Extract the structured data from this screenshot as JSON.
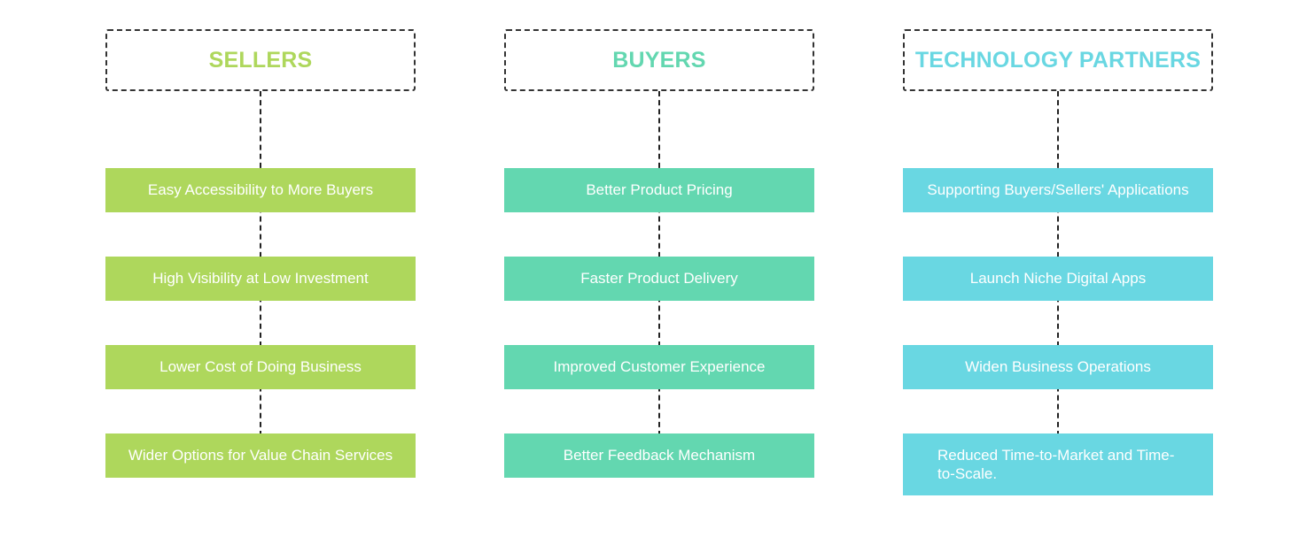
{
  "colors": {
    "sellers": "#aed75c",
    "buyers": "#63d7b0",
    "technology_partners": "#69d7e2"
  },
  "columns": {
    "sellers": {
      "title": "SELLERS",
      "items": [
        "Easy Accessibility to More Buyers",
        "High Visibility at Low Investment",
        "Lower Cost of Doing Business",
        "Wider Options for Value Chain Services"
      ]
    },
    "buyers": {
      "title": "BUYERS",
      "items": [
        "Better Product Pricing",
        "Faster Product Delivery",
        "Improved Customer Experience",
        "Better Feedback Mechanism"
      ]
    },
    "technology_partners": {
      "title": "TECHNOLOGY PARTNERS",
      "items": [
        "Supporting Buyers/Sellers' Applications",
        "Launch Niche Digital Apps",
        "Widen Business Operations",
        "Reduced Time-to-Market and Time-to-Scale."
      ]
    }
  }
}
